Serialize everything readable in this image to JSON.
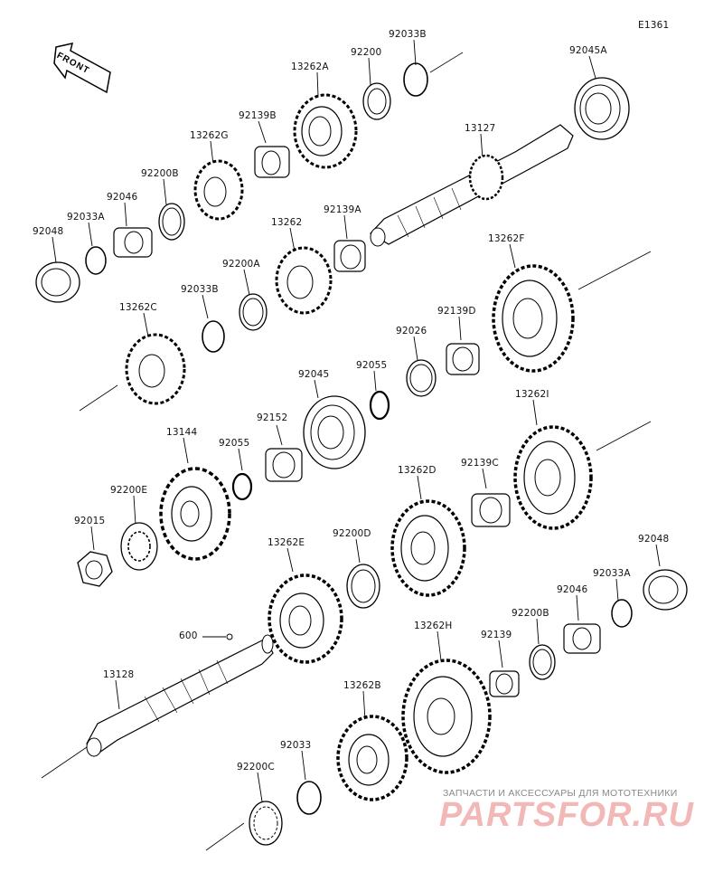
{
  "diagram_code": "E1361",
  "front_label": "FRONT",
  "watermark": {
    "text": "ЗАПЧАСТИ И АКСЕССУАРЫ ДЛЯ МОТОТЕХНИКИ",
    "logo": "PARTSFOR.RU"
  },
  "parts": [
    {
      "id": "p01",
      "label": "92033B",
      "type": "circlip"
    },
    {
      "id": "p02",
      "label": "92200",
      "type": "washer-ring"
    },
    {
      "id": "p03",
      "label": "13262A",
      "type": "gear"
    },
    {
      "id": "p04",
      "label": "92045A",
      "type": "bearing"
    },
    {
      "id": "p05",
      "label": "92139B",
      "type": "needle-bearing"
    },
    {
      "id": "p06",
      "label": "13262G",
      "type": "gear"
    },
    {
      "id": "p07",
      "label": "13127",
      "type": "shaft"
    },
    {
      "id": "p08",
      "label": "92200B",
      "type": "washer"
    },
    {
      "id": "p09",
      "label": "92046",
      "type": "needle-bearing"
    },
    {
      "id": "p10",
      "label": "92033A",
      "type": "circlip"
    },
    {
      "id": "p11",
      "label": "92048",
      "type": "bearing"
    },
    {
      "id": "p12",
      "label": "13262",
      "type": "gear"
    },
    {
      "id": "p13",
      "label": "92139A",
      "type": "bushing"
    },
    {
      "id": "p14",
      "label": "92200A",
      "type": "washer"
    },
    {
      "id": "p15",
      "label": "13262F",
      "type": "large-gear"
    },
    {
      "id": "p16",
      "label": "92033B",
      "type": "circlip"
    },
    {
      "id": "p17",
      "label": "13262C",
      "type": "gear"
    },
    {
      "id": "p18",
      "label": "92139D",
      "type": "bushing"
    },
    {
      "id": "p19",
      "label": "92026",
      "type": "washer"
    },
    {
      "id": "p20",
      "label": "92045",
      "type": "bearing"
    },
    {
      "id": "p21",
      "label": "92055",
      "type": "o-ring"
    },
    {
      "id": "p22",
      "label": "13262I",
      "type": "large-gear"
    },
    {
      "id": "p23",
      "label": "92152",
      "type": "collar"
    },
    {
      "id": "p24",
      "label": "13144",
      "type": "sprocket"
    },
    {
      "id": "p25",
      "label": "92055",
      "type": "o-ring"
    },
    {
      "id": "p26",
      "label": "13262D",
      "type": "large-gear"
    },
    {
      "id": "p27",
      "label": "92139C",
      "type": "bushing"
    },
    {
      "id": "p28",
      "label": "92200E",
      "type": "lock-washer"
    },
    {
      "id": "p29",
      "label": "92015",
      "type": "nut"
    },
    {
      "id": "p30",
      "label": "92200D",
      "type": "washer"
    },
    {
      "id": "p31",
      "label": "13262E",
      "type": "gear"
    },
    {
      "id": "p32",
      "label": "92048",
      "type": "bearing"
    },
    {
      "id": "p33",
      "label": "92033A",
      "type": "circlip"
    },
    {
      "id": "p34",
      "label": "92046",
      "type": "needle-bearing"
    },
    {
      "id": "p35",
      "label": "92200B",
      "type": "washer"
    },
    {
      "id": "p36",
      "label": "600",
      "type": "callout"
    },
    {
      "id": "p37",
      "label": "92139",
      "type": "bushing"
    },
    {
      "id": "p38",
      "label": "13262H",
      "type": "large-gear"
    },
    {
      "id": "p39",
      "label": "13128",
      "type": "shaft"
    },
    {
      "id": "p40",
      "label": "13262B",
      "type": "gear"
    },
    {
      "id": "p41",
      "label": "92033",
      "type": "circlip"
    },
    {
      "id": "p42",
      "label": "92200C",
      "type": "washer"
    }
  ]
}
